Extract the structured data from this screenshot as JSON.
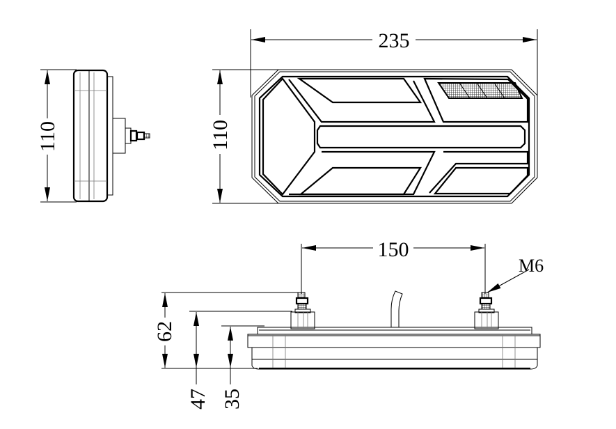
{
  "drawing": {
    "side_view": {
      "height_label": "110"
    },
    "front_view": {
      "width_label": "235",
      "height_label": "110"
    },
    "bottom_view": {
      "bolt_spacing_label": "150",
      "thread_label": "M6",
      "total_depth_label": "62",
      "post_depth_label": "47",
      "body_depth_label": "35"
    }
  }
}
